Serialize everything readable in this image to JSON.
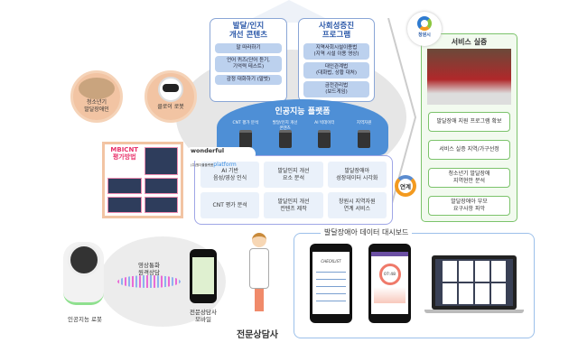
{
  "contents_box": {
    "title": "발달/인지\n개선 콘텐츠",
    "items": [
      "말 따라하기",
      "언어 퀴즈(단어 듣기,\n기억력 테스트)",
      "감정 대화하기 (말벗)"
    ]
  },
  "social_box": {
    "title": "사회성증진\n프로그램",
    "items": [
      "지역사회시설이용법\n(지역 시설 이용 영상)",
      "대인관계법\n(대화법, 상황 대처)",
      "금전관리법\n(보드게임)"
    ]
  },
  "platform": {
    "title": "인공지능 플랫폼",
    "servers": [
      "CNT 평가 분석",
      "발달/인지 개선\n콘텐츠",
      "AI 빅데이터",
      "지역자원"
    ],
    "brand_top": "wonderful",
    "brand_sub": "(주)원더풀플랫폼",
    "brand_word": "platform"
  },
  "services": [
    "AI 기반\n음성/영상 인식",
    "발달인지 개선\n요소 분석",
    "발달장애아\n성장데이터 시각화",
    "CNT 평가 분석",
    "발달인지 개선\n컨텐츠 제작",
    "창원시 지역자원\n연계 서비스"
  ],
  "link_badge": "연계",
  "city": {
    "name": "창원시"
  },
  "service_demo": {
    "title": "서비스 실증",
    "items": [
      "발달장애 지원 프로그램 확보",
      "서비스 실증 지역/가구선정",
      "청소년기 발달장애\n지역현안 분석",
      "발달장애아 부모\n요구사항 파악"
    ]
  },
  "left": {
    "child_label": "청소년기\n발달장애인",
    "robot_label": "클로이 로봇",
    "mbicnt_title": "MBICNT\n평가방법"
  },
  "bottom": {
    "robot_label": "인공지능 로봇",
    "call_label": "영상통화\n원격상담",
    "mobile_label": "전문상담사\n모바일",
    "counselor_label": "전문상담사",
    "checklist": "CHECKLIST",
    "dashboard_title": "발달장애아 데이터 대시보드",
    "app_value": "07:48"
  }
}
